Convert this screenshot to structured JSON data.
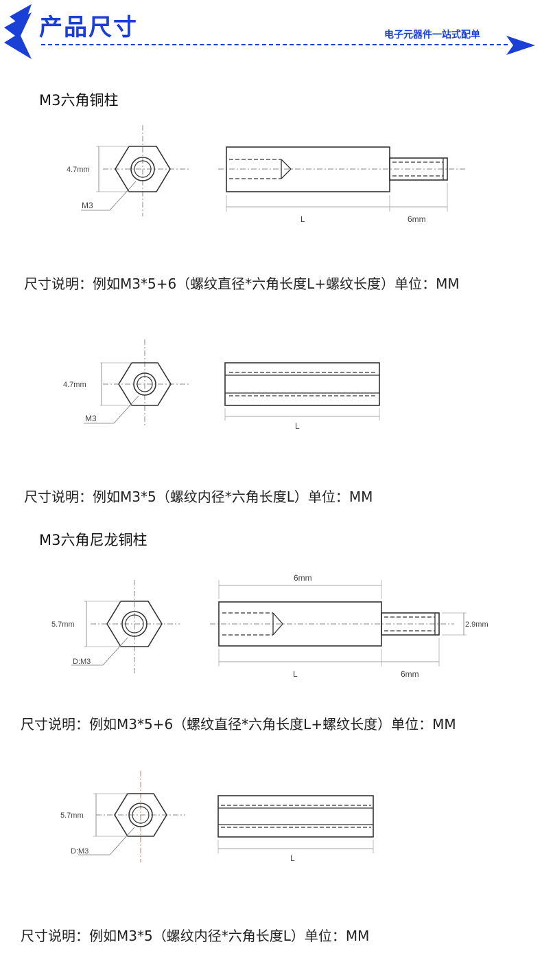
{
  "header": {
    "title": "产品尺寸",
    "slogan": "电子元器件一站式配单",
    "accent_color": "#1a3fd6",
    "icons": [
      "arrow-left-icon",
      "arrow-right-icon"
    ]
  },
  "sections": [
    {
      "heading": "M3六角铜柱",
      "diagrams": [
        {
          "across_flats": "4.7mm",
          "thread_label": "M3",
          "length_label": "L",
          "thread_length": "6mm",
          "caption": "尺寸说明：例如M3*5+6（螺纹直径*六角长度L+螺纹长度）单位：MM"
        },
        {
          "across_flats": "4.7mm",
          "thread_label": "M3",
          "length_label": "L",
          "caption": "尺寸说明：例如M3*5（螺纹内径*六角长度L）单位：MM"
        }
      ]
    },
    {
      "heading": "M3六角尼龙铜柱",
      "diagrams": [
        {
          "across_flats": "5.7mm",
          "thread_label": "D:M3",
          "length_label": "L",
          "top_dim": "6mm",
          "thread_length": "6mm",
          "thread_diameter": "2.9mm",
          "caption": "尺寸说明：例如M3*5+6（螺纹直径*六角长度L+螺纹长度）单位：MM"
        },
        {
          "across_flats": "5.7mm",
          "thread_label": "D:M3",
          "length_label": "L",
          "caption": "尺寸说明：例如M3*5（螺纹内径*六角长度L）单位：MM"
        }
      ]
    }
  ]
}
